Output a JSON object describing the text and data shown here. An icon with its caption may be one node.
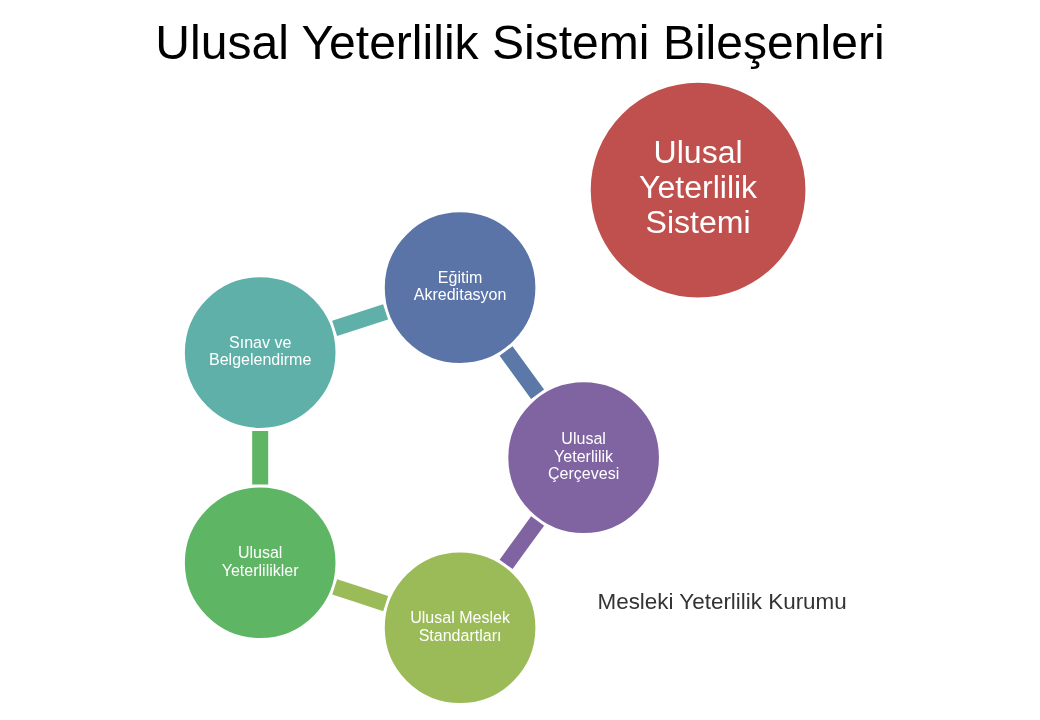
{
  "diagram": {
    "title": "Ulusal Yeterlilik Sistemi Bileşenleri",
    "nodes": [
      {
        "text": [
          "Ulusal Yeterlilik Sistemi"
        ]
      },
      {
        "text": [
          "Ulusal Meslek Standartları"
        ]
      },
      {
        "text": [
          "Ulusal Yeterlilikler"
        ]
      },
      {
        "text": [
          "Sınav ve Belgelendirme"
        ]
      },
      {
        "text": [
          "Eğitim Akreditasyon"
        ]
      },
      {
        "text": [
          "Ulusal Yeterlilik Çerçevesi"
        ]
      }
    ],
    "edges": [
      {
        "from": 1,
        "to": 2,
        "arrow": "none",
        "color": "#9bbb59"
      },
      {
        "from": 2,
        "to": 3,
        "arrow": "none",
        "color": "#5eb564"
      },
      {
        "from": 3,
        "to": 4,
        "arrow": "none",
        "color": "#5fb0a8"
      },
      {
        "from": 4,
        "to": 5,
        "arrow": "none",
        "color": "#5b78a8"
      },
      {
        "from": 5,
        "to": 1,
        "arrow": "none",
        "color": "#8064a2"
      }
    ],
    "labels": [
      "Mesleki Yeterlilik Kurumu"
    ]
  }
}
